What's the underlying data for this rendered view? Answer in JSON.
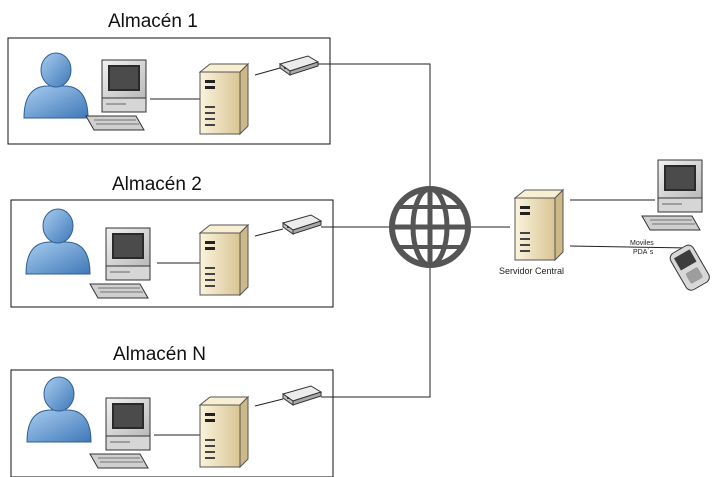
{
  "warehouses": [
    {
      "title": "Almacén 1"
    },
    {
      "title": "Almacén 2"
    },
    {
      "title": "Almacén N"
    }
  ],
  "central": {
    "server_label": "Servidor Central",
    "mobile_label_line1": "Moviles",
    "mobile_label_line2": "PDA´s"
  },
  "icons": {
    "user": "user-icon",
    "computer": "desktop-computer-icon",
    "server": "server-tower-icon",
    "modem": "modem-icon",
    "network": "globe-network-icon",
    "mobile": "mobile-pda-icon"
  },
  "colors": {
    "user_fill": "#6a9fd4",
    "server_fill": "#f3e7c6",
    "line": "#222222",
    "globe": "#555555"
  }
}
